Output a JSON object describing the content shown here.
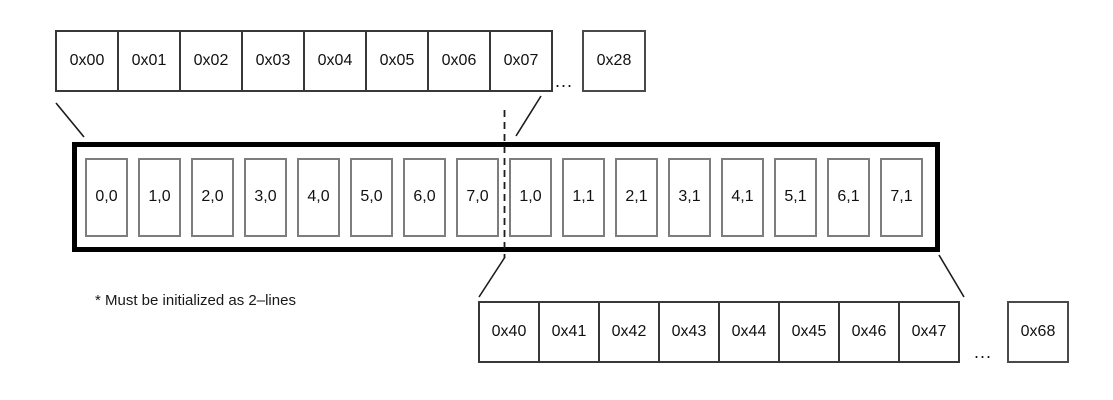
{
  "diagram": {
    "top_row": {
      "cells": [
        "0x00",
        "0x01",
        "0x02",
        "0x03",
        "0x04",
        "0x05",
        "0x06",
        "0x07"
      ],
      "ellipsis": "...",
      "tail_cell": "0x28"
    },
    "buffer": {
      "cells": [
        "0,0",
        "1,0",
        "2,0",
        "3,0",
        "4,0",
        "5,0",
        "6,0",
        "7,0",
        "1,0",
        "1,1",
        "2,1",
        "3,1",
        "4,1",
        "5,1",
        "6,1",
        "7,1"
      ]
    },
    "bottom_row": {
      "cells": [
        "0x40",
        "0x41",
        "0x42",
        "0x43",
        "0x44",
        "0x45",
        "0x46",
        "0x47"
      ],
      "ellipsis": "...",
      "tail_cell": "0x68"
    },
    "footnote": "* Must be initialized as 2–lines",
    "colors": {
      "background": "#ffffff",
      "buffer_border": "#000000",
      "address_cell_border": "#383838",
      "buffer_cell_border": "#7d7d7d",
      "connector_line": "#1c1c1c",
      "text": "#111111"
    }
  }
}
